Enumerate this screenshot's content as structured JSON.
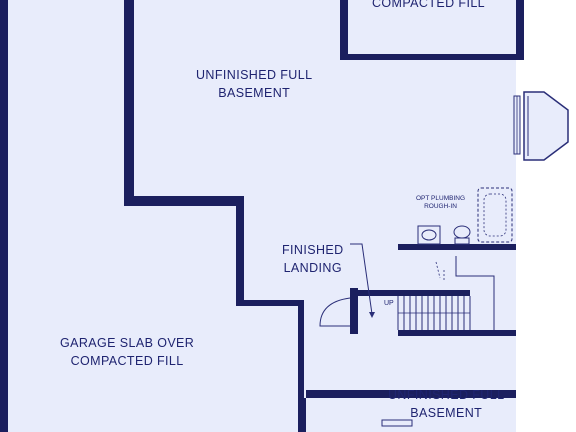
{
  "colors": {
    "floor": "#e8ecfb",
    "wall": "#1b1f5e",
    "exterior": "#ffffff",
    "line": "#2a2e78"
  },
  "labels": {
    "top_right_fill": "COMPACTED FILL",
    "basement_top_line1": "UNFINISHED FULL",
    "basement_top_line2": "BASEMENT",
    "landing_line1": "FINISHED",
    "landing_line2": "LANDING",
    "plumbing_line1": "OPT PLUMBING",
    "plumbing_line2": "ROUGH-IN",
    "up": "UP",
    "garage_line1": "GARAGE SLAB OVER",
    "garage_line2": "COMPACTED FILL",
    "basement_bottom_line1": "UNFINISHED FULL",
    "basement_bottom_line2": "BASEMENT"
  }
}
